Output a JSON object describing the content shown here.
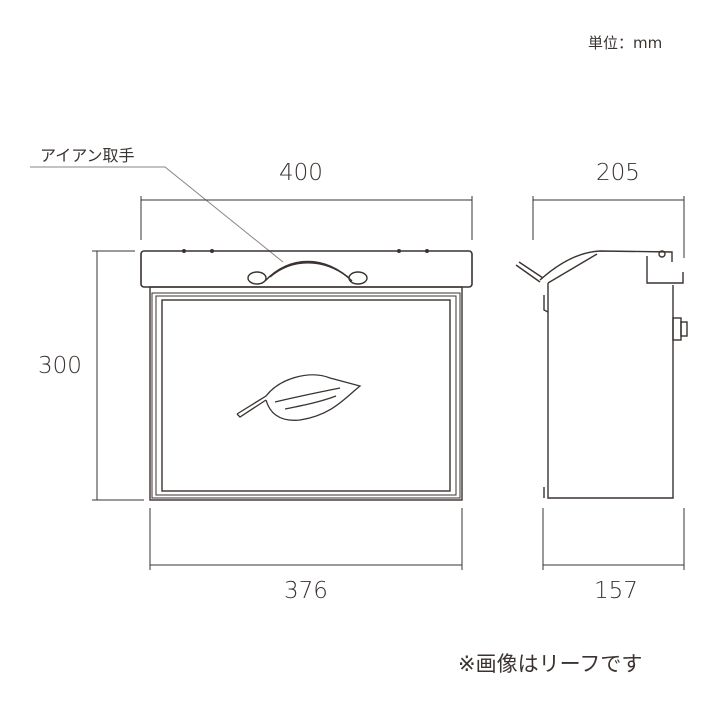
{
  "unit_label": "単位：mm",
  "handle_label": "アイアン取手",
  "dimensions": {
    "front_top_width": "400",
    "front_height": "300",
    "front_bottom_width": "376",
    "side_top_depth": "205",
    "side_bottom_depth": "157"
  },
  "note": "※画像はリーフです",
  "colors": {
    "line": "#3a3330",
    "leader": "#8a8583"
  }
}
